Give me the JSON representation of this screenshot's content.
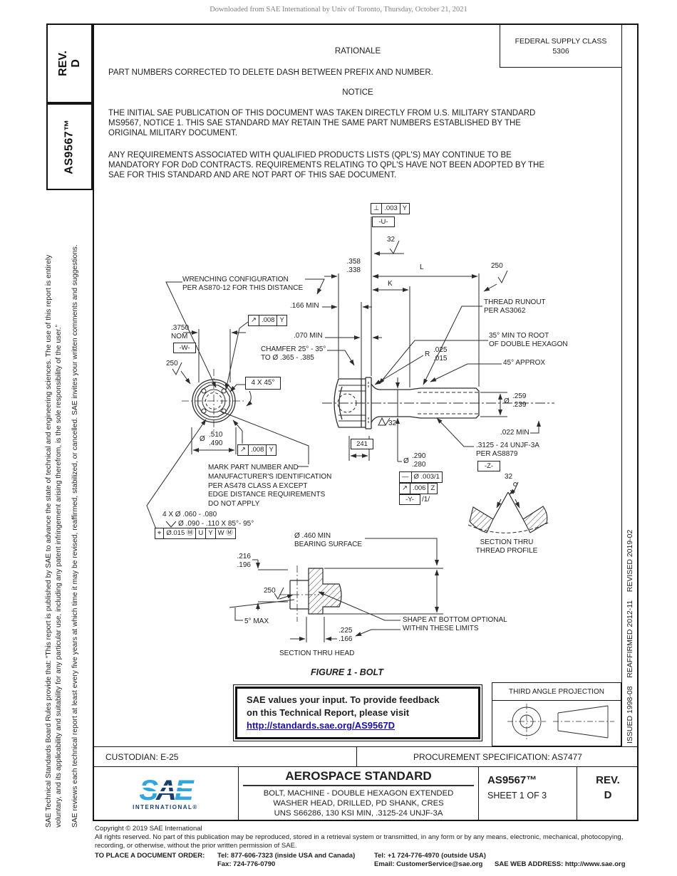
{
  "page": {
    "header_note": "Downloaded from SAE International by Univ of Toronto, Thursday, October 21, 2021",
    "ink": "#1e1e1e",
    "link_color": "#1a0dab"
  },
  "left_sidebar": {
    "rev_box": "REV.\nD",
    "doc_number": "AS9567™",
    "disclaimer": "SAE Technical Standards Board Rules provide that: “This report is published by SAE to advance the state of technical and engineering sciences. The use of this report is entirely\nvoluntary, and its applicability and suitability for any particular use, including any patent infringement arising therefrom, is the sole responsibility of the user.”",
    "review_note": "SAE reviews each technical report at least every five years at which time it may be revised, reaffirmed, stabilized, or cancelled. SAE invites your written comments and suggestions."
  },
  "right_sidebar": {
    "history": "ISSUED 1998-08    REAFFIRMED 2012-11    REVISED 2019-02"
  },
  "top_section": {
    "fsc_label": "FEDERAL SUPPLY CLASS",
    "fsc_value": "5306",
    "rationale_title": "RATIONALE",
    "rationale_text": "PART NUMBERS CORRECTED TO DELETE DASH BETWEEN PREFIX AND NUMBER.",
    "notice_title": "NOTICE",
    "notice_para1": "THE INITIAL SAE PUBLICATION OF THIS DOCUMENT WAS TAKEN DIRECTLY FROM U.S. MILITARY STANDARD\nMS9567, NOTICE 1. THIS SAE STANDARD MAY RETAIN THE SAME PART NUMBERS ESTABLISHED BY THE\nORIGINAL MILITARY DOCUMENT.",
    "notice_para2": "ANY REQUIREMENTS ASSOCIATED WITH QUALIFIED PRODUCTS LISTS (QPL'S) MAY CONTINUE TO BE\nMANDATORY FOR DoD CONTRACTS. REQUIREMENTS RELATING TO QPL'S HAVE NOT BEEN ADOPTED BY THE\nSAE FOR THIS STANDARD AND ARE NOT PART OF THIS SAE DOCUMENT."
  },
  "figure": {
    "labels": {
      "fcf_top_sym": "⊥",
      "fcf_top_val": ".003",
      "fcf_top_ref": "Y",
      "datum_u": "-U-",
      "surf_32": "32",
      "dim_358": ".358\n.338",
      "dim_l": "L",
      "dim_k": "K",
      "surf_250": "250",
      "wrenching_note": "WRENCHING CONFIGURATION\nPER AS870-12 FOR THIS DISTANCE",
      "dim_166": ".166 MIN",
      "thread_runout_note": "THREAD RUNOUT\nPER AS3062",
      "runout_sym": "↗",
      "fcf1_val": ".008",
      "fcf1_ref": "Y",
      "dim_3750": ".3750\nNOM",
      "datum_w": "-W-",
      "dim_070": ".070 MIN",
      "hex_root_note": "35° MIN TO ROOT\nOF DOUBLE HEXAGON",
      "chamfer_note": "CHAMFER 25° - 35°\nTO Ø .365 - .385",
      "radius_prefix": "R",
      "radius_vals": ".025\n.015",
      "approx_45": "45° APPROX",
      "chamfer_45": "4 X 45°",
      "dia_sym": "Ø",
      "dia_510_vals": ".510\n.490",
      "fcf2_val": ".008",
      "fcf2_ref": "Y",
      "basic_241": "241",
      "dia_290_vals": ".290\n.280",
      "dim_022": ".022 MIN",
      "dia_259_vals": ".259\n.239",
      "thread_spec": ".3125 - 24 UNJF-3A\nPER AS8879",
      "datum_z": "-Z-",
      "fcf3_r1_sym": "—",
      "fcf3_r1_val": "Ø .003/1",
      "fcf3_r2_val": ".006",
      "fcf3_r2_ref": "Z",
      "fcf3_r3_datum": "-Y-",
      "fcf3_r3_note": "/1/",
      "section_thread": "SECTION THRU\nTHREAD PROFILE",
      "mark_note": "MARK PART NUMBER AND\nMANUFACTURER'S IDENTIFICATION\nPER AS478 CLASS A EXCEPT\nEDGE DISTANCE REQUIREMENTS\nDO NOT APPLY",
      "holes_note": "4 X Ø .060 - .080",
      "csk_note": "Ø .090 - .110 X 85°- 95°",
      "pos_sym": "⌖",
      "pos_val": "Ø.015",
      "pos_mod": "Ⓜ",
      "pos_ref1": "U",
      "pos_ref2": "Y",
      "pos_ref3": "W Ⓜ",
      "bearing_note": "Ø .460 MIN\nBEARING SURFACE",
      "dim_216": ".216\n.196",
      "max_5": "5° MAX",
      "dim_225": ".225\n.166",
      "shape_note": "SHAPE AT BOTTOM OPTIONAL\nWITHIN THESE LIMITS",
      "section_head": "SECTION THRU HEAD"
    },
    "caption": "FIGURE 1 - BOLT"
  },
  "feedback_box": {
    "line1": "SAE values your input. To provide feedback",
    "line2": "on this Technical Report, please visit",
    "link": "http://standards.sae.org/AS9567D"
  },
  "projection": {
    "title": "THIRD ANGLE PROJECTION"
  },
  "footer": {
    "custodian": "CUSTODIAN: E-25",
    "procurement": "PROCUREMENT SPECIFICATION: AS7477",
    "title": "AEROSPACE STANDARD",
    "subtitle": "BOLT, MACHINE - DOUBLE HEXAGON EXTENDED\nWASHER HEAD, DRILLED, PD SHANK, CRES\nUNS S66286, 130 KSI MIN, .3125-24 UNJF-3A",
    "doc_number": "AS9567™",
    "sheet": "SHEET 1 OF 3",
    "rev_label": "REV.",
    "rev_value": "D",
    "logo": {
      "s": "S",
      "a": "A",
      "e": "E",
      "sub": "INTERNATIONAL®"
    }
  },
  "copyright": {
    "line1": "Copyright © 2019 SAE International",
    "line2": "All rights reserved. No part of this publication may be reproduced, stored in a retrieval system or transmitted, in any form or by any means, electronic, mechanical, photocopying,",
    "line3": "recording, or otherwise, without the prior written permission of SAE.",
    "order_label": "TO PLACE A DOCUMENT ORDER:",
    "tel1": "Tel: 877-606-7323 (inside USA and Canada)",
    "tel2": "Tel: +1 724-776-4970 (outside USA)",
    "fax": "Fax: 724-776-0790",
    "email": "Email: CustomerService@sae.org",
    "web": "SAE WEB ADDRESS: http://www.sae.org"
  }
}
